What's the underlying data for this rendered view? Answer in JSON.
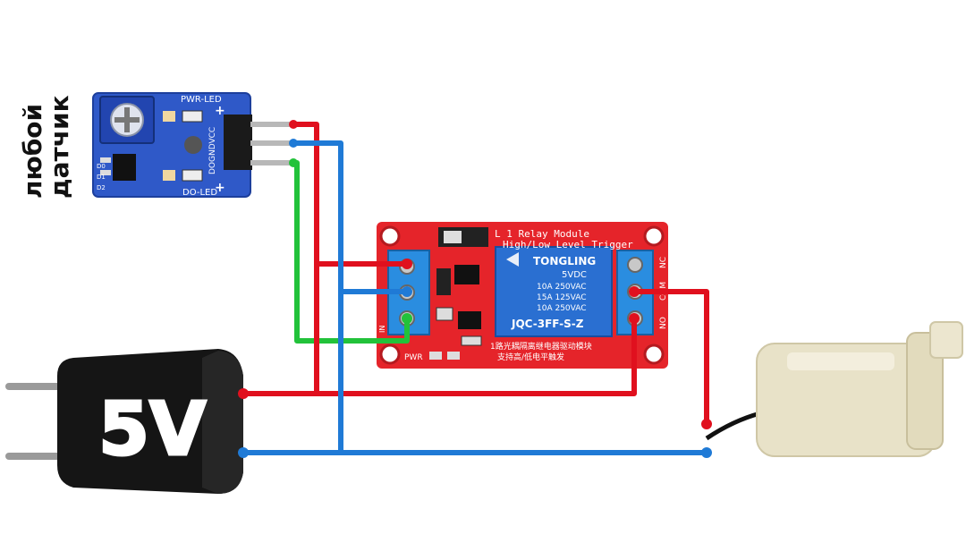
{
  "side_label": [
    "любой",
    "датчик"
  ],
  "sensor_module": {
    "pwr_led": "PWR-LED",
    "do_led": "DO-LED",
    "pins": "DOGNDVCC",
    "plus_top": "+",
    "plus_bottom": "+",
    "d0": "D0",
    "d1": "D1",
    "d2": "D2"
  },
  "relay_module": {
    "title_line1": "L 1 Relay Module",
    "title_line2": "High/Low Level Trigger",
    "relay_brand": "TONGLING",
    "relay_voltage": "5VDC",
    "rating1": "10A 250VAC",
    "rating2": "15A 125VAC",
    "rating3": "10A 250VAC",
    "relay_model": "JQC-3FF-S-Z",
    "chinese_line1": "1路光耦隔离继电器驱动模块",
    "chinese_line2": "支持高/低电平触发",
    "pwr": "PWR",
    "nc": "NC",
    "com": "COM",
    "no": "NO",
    "in": "IN"
  },
  "adapter": {
    "label": "5V"
  },
  "colors": {
    "wire_red": "#e0101e",
    "wire_blue": "#1f7ad6",
    "wire_green": "#22c23a",
    "relay_board": "#e5242a",
    "sensor_board": "#2f59c8",
    "relay_body": "#2a6fd1",
    "adapter": "#151515",
    "pump": "#e8e2c8"
  },
  "icons": [
    "potentiometer-icon",
    "pump-icon",
    "power-adapter-icon"
  ]
}
